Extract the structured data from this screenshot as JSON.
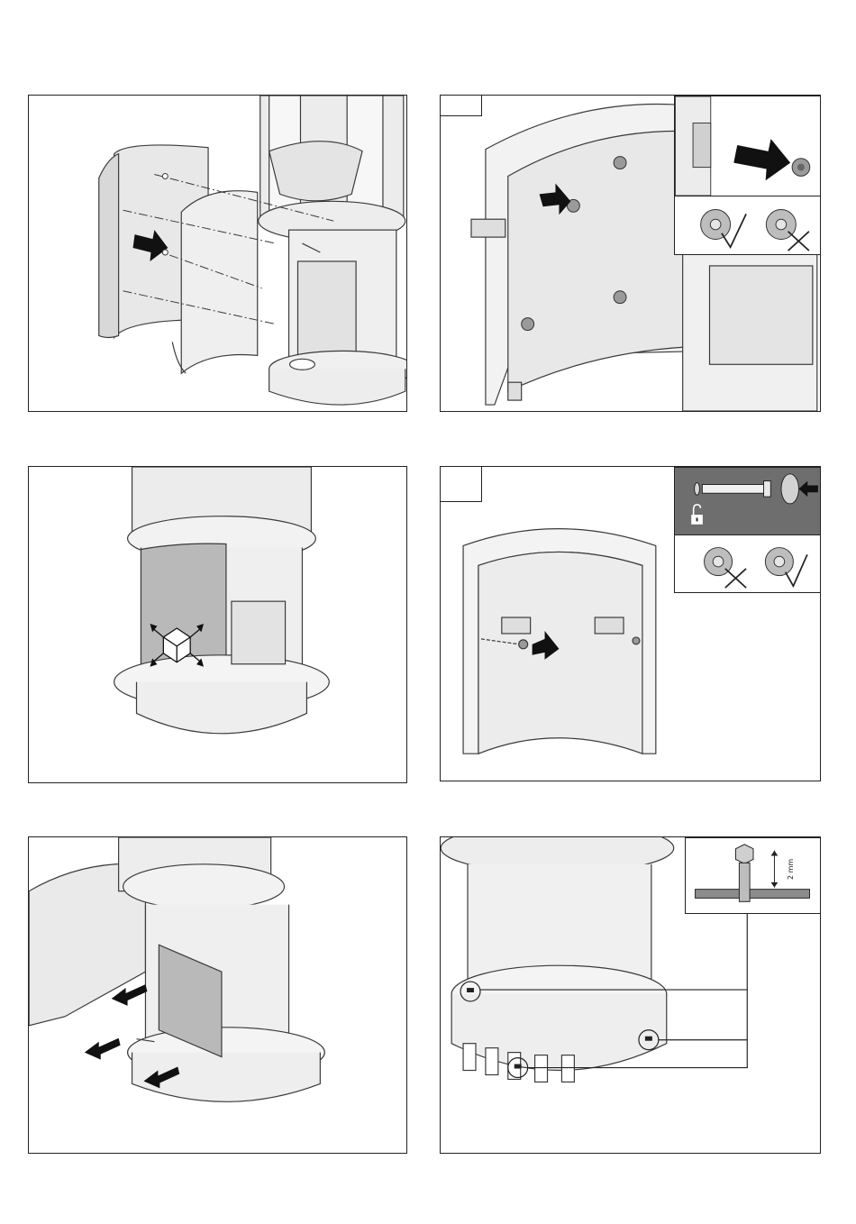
{
  "colors": {
    "line": "#3a3a3a",
    "panel_fill": "#e9e9e9",
    "panel_dark": "#cfcfcf",
    "gray_panel": "#bdbdbd",
    "inset_dark": "#6e6e6e",
    "arrow": "#111111"
  },
  "panels": [
    {
      "id": "step-1",
      "icons": [
        "side-panel-icon",
        "arrow-icon",
        "dash-dot-line-icon"
      ]
    },
    {
      "id": "step-2",
      "icons": [
        "arrow-icon",
        "knurled-nut-icon",
        "check-icon",
        "cross-icon"
      ]
    },
    {
      "id": "step-3",
      "icons": [
        "move-cube-icon"
      ]
    },
    {
      "id": "step-4",
      "icons": [
        "arrow-icon",
        "unlock-icon",
        "knurled-nut-icon",
        "cross-icon",
        "check-icon"
      ]
    },
    {
      "id": "step-5",
      "icons": [
        "arrow-icon",
        "inner-panel-icon"
      ]
    },
    {
      "id": "step-6",
      "icons": [
        "bolt-icon",
        "callout-circle-icon"
      ]
    }
  ],
  "dimension": {
    "label": "2 mm"
  }
}
